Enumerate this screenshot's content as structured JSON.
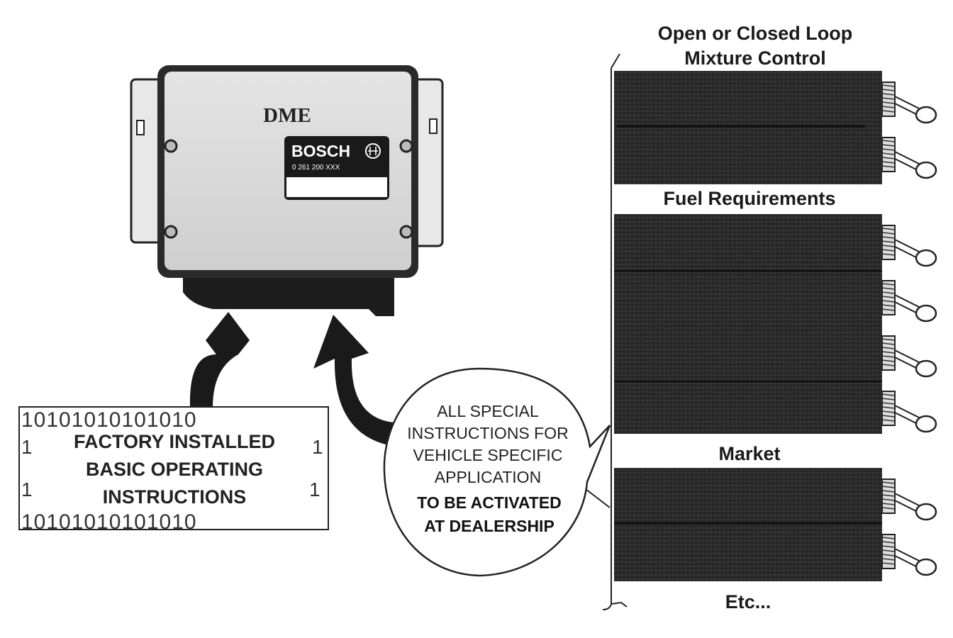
{
  "ecu": {
    "title": "DME",
    "brand": "BOSCH",
    "part_number": "0 261 200 XXX"
  },
  "factory_box": {
    "lines": [
      "FACTORY INSTALLED",
      "BASIC OPERATING",
      "INSTRUCTIONS"
    ],
    "binary_pattern": "10101010101010"
  },
  "bubble": {
    "lines": [
      "ALL SPECIAL",
      "INSTRUCTIONS FOR",
      "VEHICLE SPECIFIC",
      "APPLICATION"
    ],
    "bold_lines": [
      "TO BE ACTIVATED",
      "AT DEALERSHIP"
    ]
  },
  "sections": {
    "loop_title_1": "Open or Closed Loop",
    "loop_title_2": "Mixture Control",
    "fuel_title": "Fuel Requirements",
    "market_title": "Market",
    "etc": "Etc..."
  }
}
